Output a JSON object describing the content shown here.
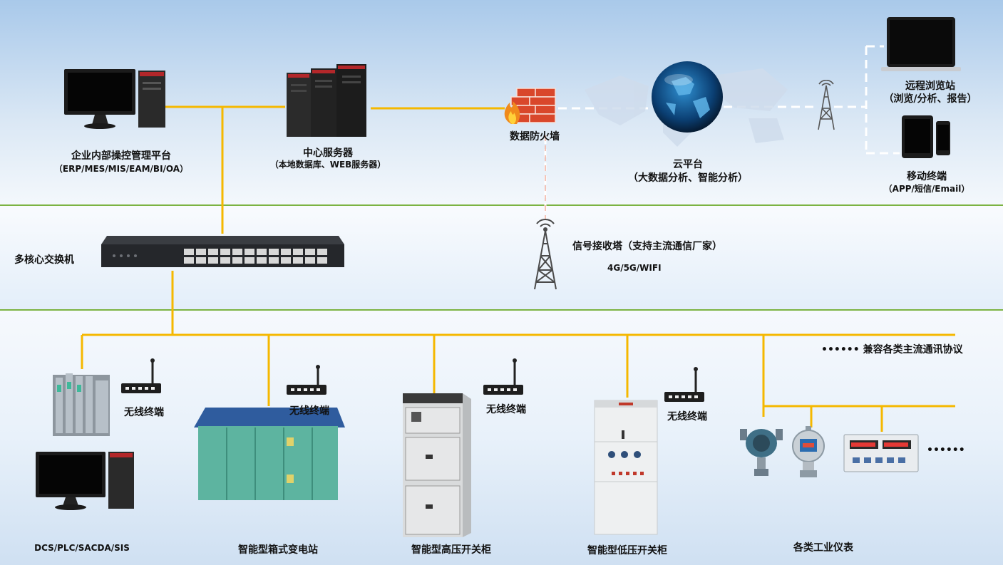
{
  "top": {
    "enterprise_platform": {
      "title": "企业内部操控管理平台",
      "subtitle": "（ERP/MES/MIS/EAM/BI/OA）"
    },
    "central_server": {
      "title": "中心服务器",
      "subtitle": "（本地数据库、WEB服务器）"
    },
    "firewall": {
      "title": "数据防火墙"
    },
    "cloud_platform": {
      "title": "云平台",
      "subtitle": "（大数据分析、智能分析）"
    },
    "remote_station": {
      "title": "远程浏览站",
      "subtitle": "（浏览/分析、报告）"
    },
    "mobile_terminal": {
      "title": "移动终端",
      "subtitle": "（APP/短信/Email）"
    }
  },
  "middle": {
    "core_switch": {
      "title": "多核心交换机"
    },
    "signal_tower": {
      "title": "信号接收塔（支持主流通信厂家）",
      "subtitle": "4G/5G/WIFI"
    }
  },
  "bottom": {
    "protocol_note": "•••••• 兼容各类主流通讯协议",
    "wireless_terminal": "无线终端",
    "dcs": {
      "title": "DCS/PLC/SACDA/SIS"
    },
    "box_substation": {
      "title": "智能型箱式变电站"
    },
    "hv_cabinet": {
      "title": "智能型高压开关柜"
    },
    "lv_cabinet": {
      "title": "智能型低压开关柜"
    },
    "instruments": {
      "title": "各类工业仪表",
      "more": "••••••"
    }
  },
  "colors": {
    "link_line": "#f5b800",
    "wireless_line": "#ffffff",
    "separator": "#7cb342",
    "firewall": "#d9472b"
  }
}
